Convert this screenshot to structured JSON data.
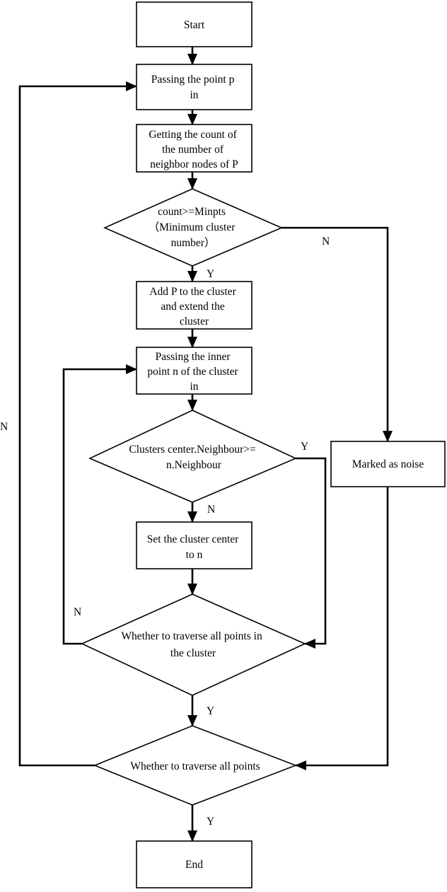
{
  "nodes": {
    "start": [
      "Start"
    ],
    "pass_p": [
      "Passing the point p",
      "in"
    ],
    "count_neighbors": [
      "Getting the count of",
      "the number of",
      "neighbor nodes of P"
    ],
    "decision_minpts": [
      "count>=Minpts",
      "（Minimum cluster",
      "number）"
    ],
    "add_p": [
      "Add P to the cluster",
      "and extend the",
      "cluster"
    ],
    "pass_inner": [
      "Passing the inner",
      "point n of the cluster",
      "in"
    ],
    "decision_neighbour": [
      "Clusters center.Neighbour>=",
      "n.Neighbour"
    ],
    "set_center": [
      "Set the cluster center",
      "to n"
    ],
    "decision_traverse_cluster": [
      "Whether to traverse all points in",
      "the cluster"
    ],
    "decision_traverse_all": [
      "Whether to traverse all points"
    ],
    "noise": [
      "Marked as noise"
    ],
    "end": [
      "End"
    ]
  },
  "edge_labels": {
    "minpts_no": "N",
    "minpts_yes": "Y",
    "neighbour_yes": "Y",
    "neighbour_no": "N",
    "traverse_cluster_no": "N",
    "traverse_cluster_yes": "Y",
    "traverse_all_no": "N",
    "traverse_all_yes": "Y"
  }
}
